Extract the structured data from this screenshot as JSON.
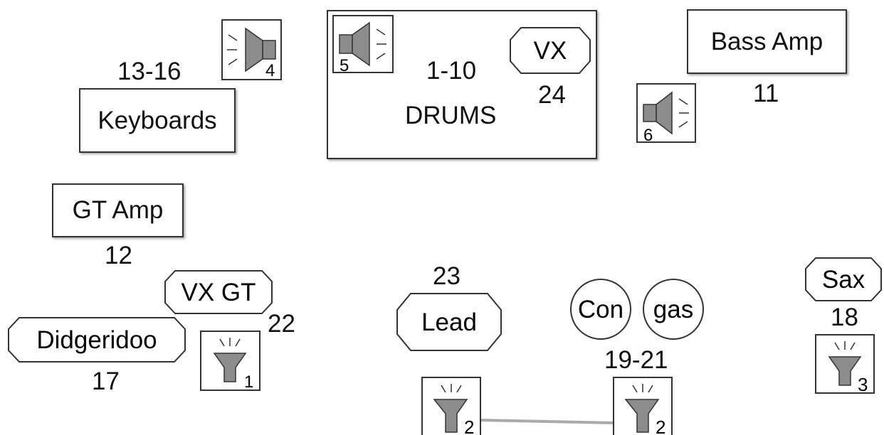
{
  "drums": {
    "channels": "1-10",
    "name": "DRUMS"
  },
  "drum_vocal": {
    "name": "VX",
    "channel": "24"
  },
  "bass_amp": {
    "name": "Bass Amp",
    "channel": "11"
  },
  "keyboards": {
    "name": "Keyboards",
    "channels": "13-16"
  },
  "gt_amp": {
    "name": "GT Amp",
    "channel": "12"
  },
  "vx_gt": {
    "name": "VX GT",
    "channel": "22"
  },
  "didgeridoo": {
    "name": "Didgeridoo",
    "channel": "17"
  },
  "lead": {
    "name": "Lead",
    "channel": "23"
  },
  "congas": {
    "left": "Con",
    "right": "gas",
    "channels": "19-21"
  },
  "sax": {
    "name": "Sax",
    "channel": "18"
  },
  "monitors": [
    {
      "id": "1",
      "type": "wedge"
    },
    {
      "id": "2",
      "type": "wedge"
    },
    {
      "id": "2",
      "type": "wedge"
    },
    {
      "id": "3",
      "type": "wedge"
    },
    {
      "id": "4",
      "type": "side-fill"
    },
    {
      "id": "5",
      "type": "side-fill"
    },
    {
      "id": "6",
      "type": "side-fill"
    }
  ],
  "colors": {
    "stroke": "#333333",
    "speaker_fill": "#8c8c8c",
    "link_line": "#aaaaaa"
  }
}
